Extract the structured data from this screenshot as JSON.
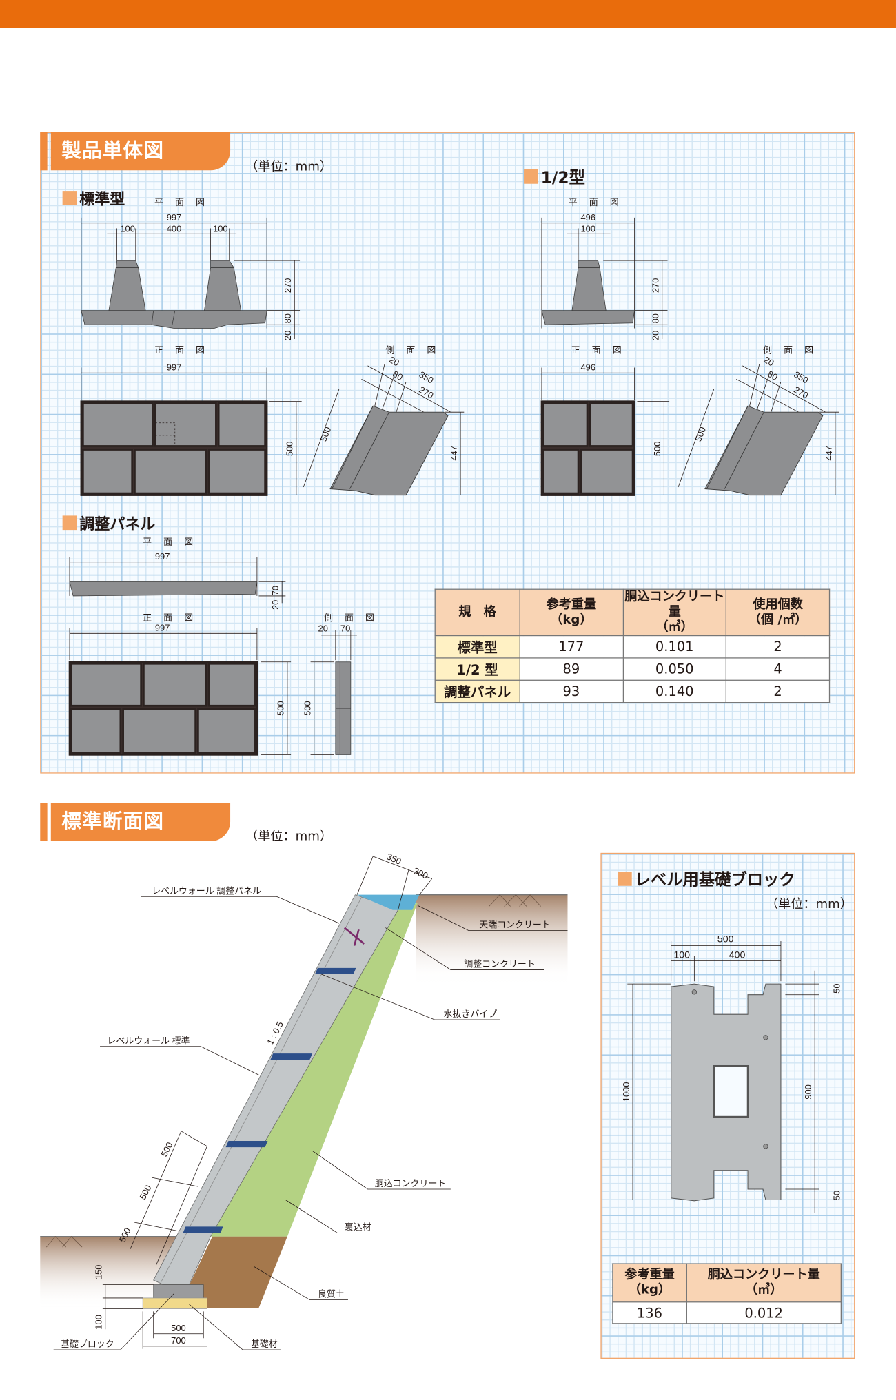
{
  "colors": {
    "brand": "#e96c0c",
    "tab": "#f08a3c",
    "bullet": "#f4a86a",
    "table_header": "#f9d4b4",
    "row_header": "#fff1c4",
    "block": "#9a9b9d",
    "concrete": "#c3c7c9",
    "backfill": "#b4d283",
    "soil": "#a5784c",
    "top_concrete": "#5eb0d6",
    "drain_pipe": "#2d4f8a"
  },
  "section1": {
    "title": "製品単体図",
    "unit": "（単位：mm）",
    "standard": {
      "title": "標準型",
      "plan_label": "平 面 図",
      "front_label": "正 面 図",
      "side_label": "側 面 図",
      "plan_dims": {
        "width": "997",
        "leg1": "100",
        "gap": "400",
        "leg2": "100",
        "h270": "270",
        "h80": "80",
        "h20": "20"
      },
      "front_dims": {
        "width": "997",
        "height": "500"
      },
      "side_dims": {
        "d20": "20",
        "d80": "80",
        "d350": "350",
        "d270": "270",
        "d500": "500",
        "h447": "447"
      }
    },
    "half": {
      "title": "1/2型",
      "plan_label": "平 面 図",
      "front_label": "正 面 図",
      "side_label": "側 面 図",
      "plan_dims": {
        "width": "496",
        "leg": "100",
        "h270": "270",
        "h80": "80",
        "h20": "20"
      },
      "front_dims": {
        "width": "496",
        "height": "500"
      },
      "side_dims": {
        "d20": "20",
        "d80": "80",
        "d350": "350",
        "d270": "270",
        "d500": "500",
        "h447": "447"
      }
    },
    "panel": {
      "title": "調整パネル",
      "plan_label": "平 面 図",
      "front_label": "正 面 図",
      "side_label": "側 面 図",
      "plan_dims": {
        "width": "997",
        "h70": "70",
        "h20": "20"
      },
      "front_dims": {
        "width": "997",
        "height": "500"
      },
      "side_dims": {
        "t20": "20",
        "t70": "70",
        "height": "500"
      }
    },
    "table": {
      "headers": [
        {
          "l1": "規　格",
          "l2": ""
        },
        {
          "l1": "参考重量",
          "l2": "（kg）"
        },
        {
          "l1": "胴込コンクリート量",
          "l2": "（㎥）"
        },
        {
          "l1": "使用個数",
          "l2": "（個 /㎡）"
        }
      ],
      "rows": [
        {
          "name": "標準型",
          "weight": "177",
          "concrete": "0.101",
          "count": "2"
        },
        {
          "name": "1/2 型",
          "weight": "89",
          "concrete": "0.050",
          "count": "4"
        },
        {
          "name": "調整パネル",
          "weight": "93",
          "concrete": "0.140",
          "count": "2"
        }
      ]
    }
  },
  "section2": {
    "title": "標準断面図",
    "unit": "（単位：mm）",
    "labels": {
      "panel": "レベルウォール 調整パネル",
      "top_concrete": "天端コンクリート",
      "adj_concrete": "調整コンクリート",
      "drain": "水抜きパイプ",
      "standard": "レベルウォール 標準",
      "slope": "1 : 0.5",
      "fill_concrete": "胴込コンクリート",
      "backfill": "裏込材",
      "good_soil": "良質土",
      "base_block": "基礎ブロック",
      "base_material": "基礎材"
    },
    "dims": {
      "t350": "350",
      "t300": "300",
      "s1": "500",
      "s2": "500",
      "s3": "500",
      "h150": "150",
      "h100": "100",
      "w500": "500",
      "w700": "700"
    }
  },
  "base_block": {
    "title": "レベル用基礎ブロック",
    "unit": "（単位：mm）",
    "dims": {
      "width": "500",
      "w100": "100",
      "w400": "400",
      "height": "1000",
      "h900": "900",
      "top50": "50",
      "bot50": "50"
    },
    "table": {
      "h1": "参考重量",
      "h1b": "（kg）",
      "h2": "胴込コンクリート量",
      "h2b": "（㎥）",
      "weight": "136",
      "concrete": "0.012"
    }
  }
}
